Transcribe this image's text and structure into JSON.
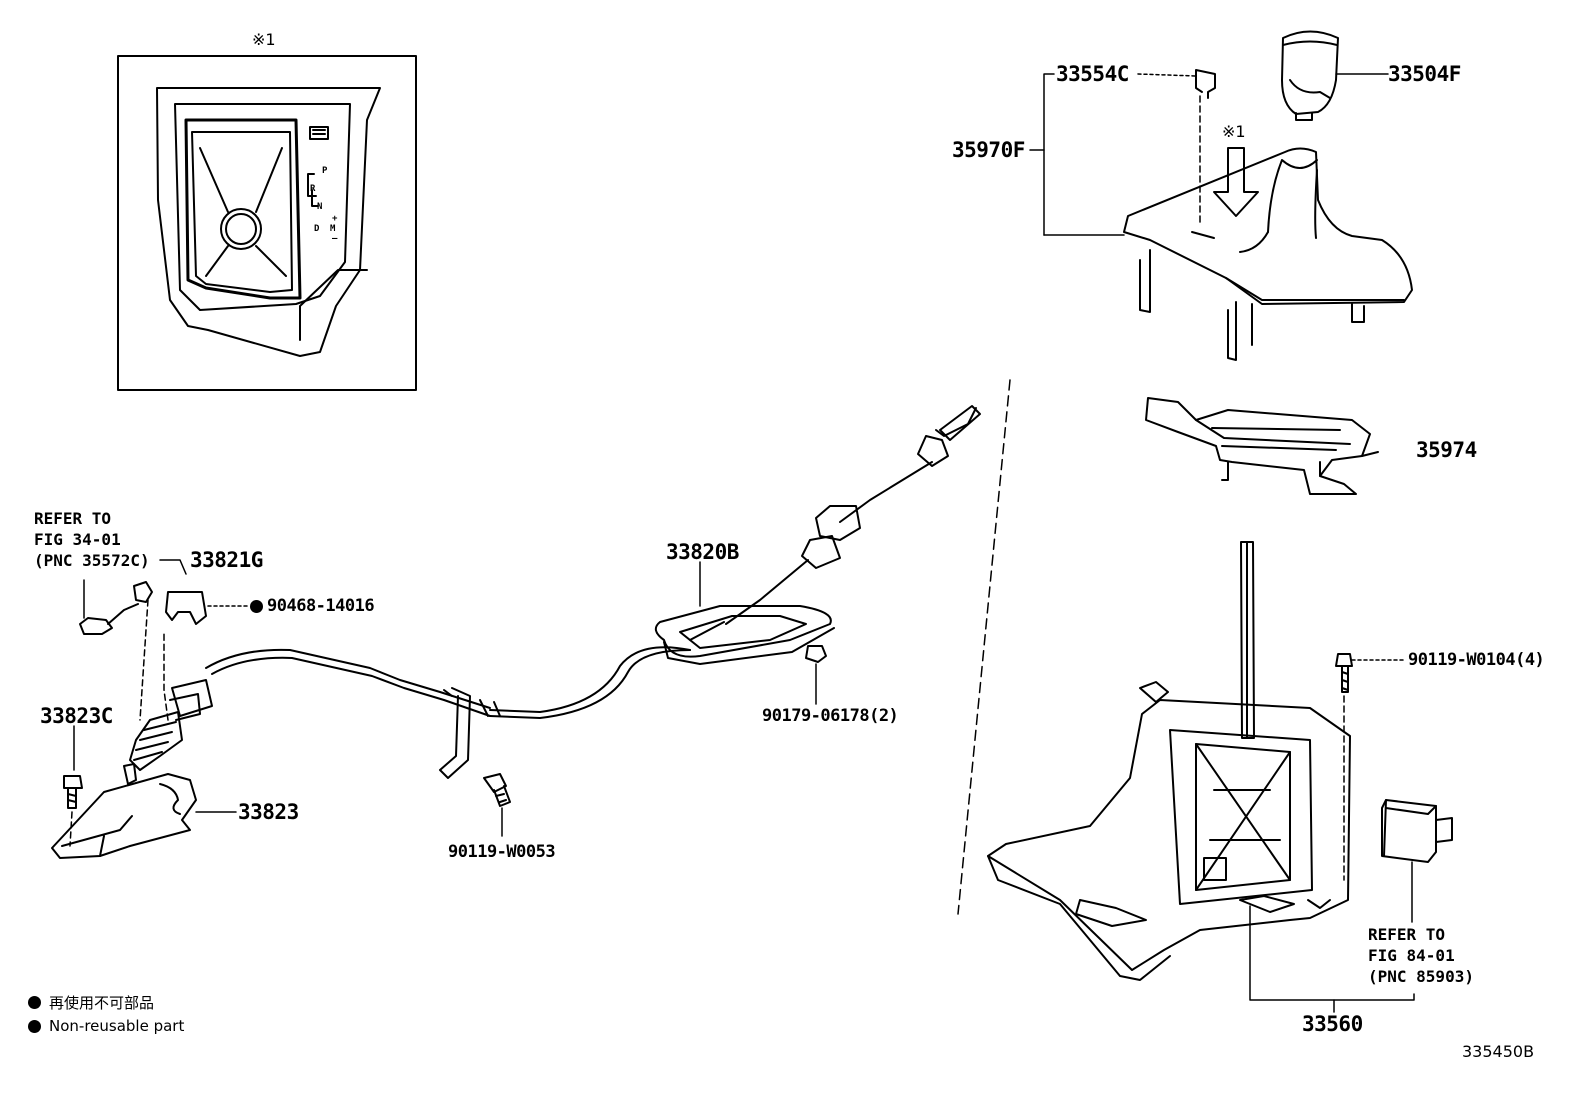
{
  "inset": {
    "mark": "※1",
    "gear_letters": [
      "P",
      "R",
      "N",
      "D",
      "M",
      "+",
      "–"
    ]
  },
  "arrow_mark": "※1",
  "parts": {
    "p33554C": "33554C",
    "p33504F": "33504F",
    "p35970F": "35970F",
    "p35974": "35974",
    "p33820B": "33820B",
    "p33821G": "33821G",
    "p90468": "90468-14016",
    "p33823C": "33823C",
    "p33823": "33823",
    "p90179": "90179-06178(2)",
    "p90119a": "90119-W0053",
    "p90119b": "90119-W0104(4)",
    "p33560": "33560"
  },
  "refer_left": {
    "line1": "REFER TO",
    "line2": "FIG 34-01",
    "line3": "(PNC 35572C)"
  },
  "refer_right": {
    "line1": "REFER TO",
    "line2": "FIG 84-01",
    "line3": "(PNC 85903)"
  },
  "legend": {
    "jp": "再使用不可部品",
    "en": "Non-reusable part"
  },
  "figure_ref": "335450B"
}
